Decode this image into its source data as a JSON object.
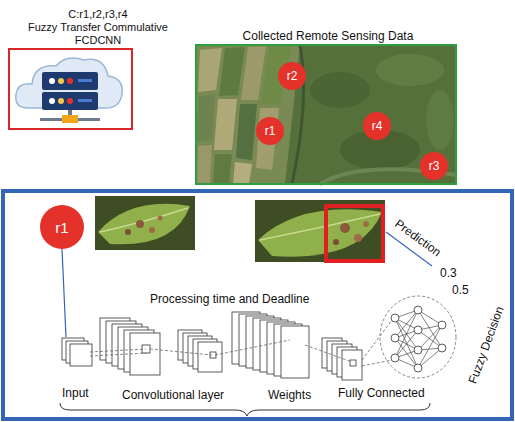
{
  "diagram": {
    "nodes": [
      {
        "text": [
          "C:r1,r2,r3,r4",
          "Fuzzy Transfer Commulative",
          "FCDCNN"
        ]
      },
      {
        "text": [
          "Collected Remote Sensing Data"
        ]
      },
      {
        "text": [
          "r2"
        ],
        "in": 1
      },
      {
        "text": [
          "r1"
        ],
        "in": 1
      },
      {
        "text": [
          "r4"
        ],
        "in": 1
      },
      {
        "text": [
          "r3"
        ],
        "in": 1
      },
      {
        "text": [
          "r1"
        ]
      }
    ],
    "labels": [
      "Prediction",
      "0.3",
      "0.5",
      "Processing time and Deadline",
      "Input",
      "Convolutional layer",
      "Weights",
      "Fully Connected",
      "Fuzzy Decision"
    ]
  }
}
